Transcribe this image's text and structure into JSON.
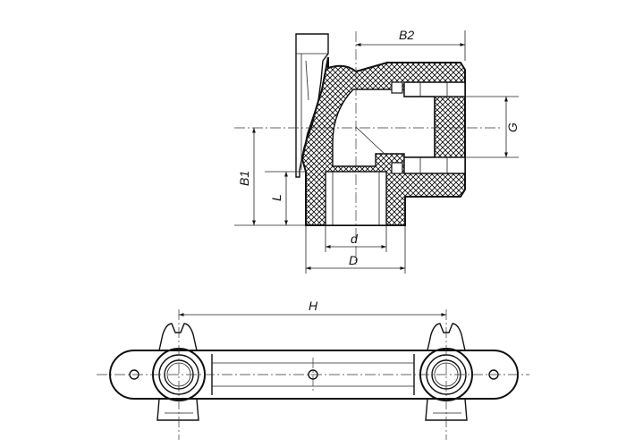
{
  "labels": {
    "b2": "B2",
    "g": "G",
    "b1": "B1",
    "l": "L",
    "d_small": "d",
    "d_large": "D",
    "h": "H"
  },
  "colors": {
    "line": "#111111",
    "background": "#ffffff"
  }
}
